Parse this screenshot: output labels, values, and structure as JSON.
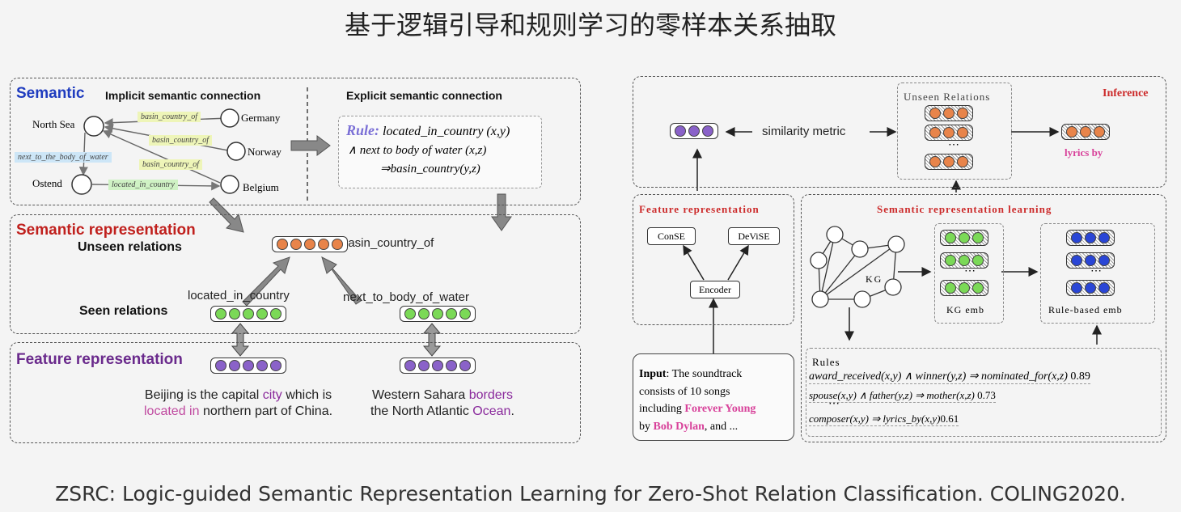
{
  "title": "基于逻辑引导和规则学习的零样本关系抽取",
  "caption": "ZSRC: Logic-guided Semantic Representation Learning for Zero-Shot Relation Classification. COLING2020.",
  "colors": {
    "orange": "#e8844a",
    "green": "#7bd957",
    "purple": "#8a62c9",
    "blue": "#2a46d6",
    "red": "#cc2a2a",
    "pink": "#d8419a"
  },
  "left": {
    "semantic_label": "Semantic",
    "implicit_label": "Implicit semantic connection",
    "explicit_label": "Explicit semantic connection",
    "entities": {
      "north_sea": "North Sea",
      "germany": "Germany",
      "norway": "Norway",
      "belgium": "Belgium",
      "ostend": "Ostend"
    },
    "edges": {
      "e1": "basin_country_of",
      "e2": "basin_country_of",
      "e3": "basin_country_of",
      "e4": "next_to_the_body_of_water",
      "e5": "located_in_country"
    },
    "rule": {
      "label": "Rule:",
      "line1": "located_in_country (x,y)",
      "line2": "∧ next  to  body  of  water (x,z)",
      "line3": "⇒basin_country(y,z)"
    },
    "sem_rep_label": "Semantic  representation",
    "unseen_label": "Unseen relations",
    "seen_label": "Seen relations",
    "basin": "basin_country_of",
    "located": "located_in_country",
    "next": "next_to_body_of_water",
    "feat_label": "Feature  representation",
    "s1": {
      "a": "Beijing is the capital ",
      "b": "city",
      "c": " which is",
      "d": "located in",
      "e": " northern part of China."
    },
    "s2": {
      "a": "Western Sahara ",
      "b": "borders",
      "c": "the North Atlantic ",
      "d": "Ocean",
      "e": "."
    }
  },
  "right": {
    "similarity": "similarity metric",
    "unseen": "Unseen Relations",
    "inference": "Inference",
    "lyrics": "lyrics by",
    "feat": "Feature  representation",
    "conse": "ConSE",
    "devise": "DeViSE",
    "encoder": "Encoder",
    "srl": "Semantic representation learning",
    "kg": "KG",
    "kg_emb": "KG emb",
    "rule_emb": "Rule-based emb",
    "input": {
      "label": "Input",
      "a": ": The soundtrack",
      "b": "consists of 10 songs",
      "c": "including ",
      "d": "Forever Young",
      "e": "by ",
      "f": "Bob Dylan",
      "g": ", and ..."
    },
    "rules_label": "Rules",
    "r1": {
      "t": "award_received(x,y) ∧ winner(y,z) ⇒ nominated_for(x,z)",
      "s": " 0.89"
    },
    "r2": {
      "t": "spouse(x,y) ∧ father(y,z) ⇒ mother(x,z)",
      "s": " 0.73"
    },
    "r3": {
      "t": "composer(x,y) ⇒ lyrics_by(x,y)",
      "s": "0.61"
    }
  }
}
